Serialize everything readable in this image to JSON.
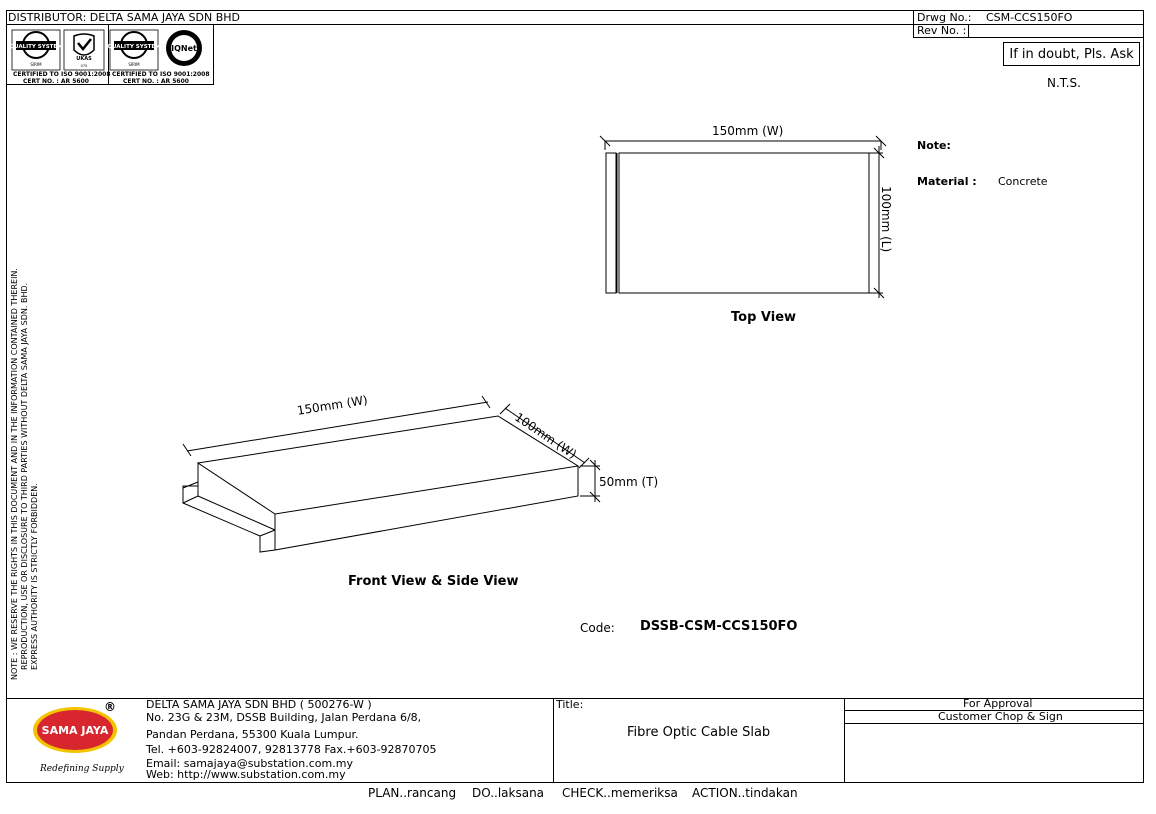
{
  "header": {
    "distributor": "DISTRIBUTOR: DELTA SAMA JAYA SDN BHD",
    "drwg_label": "Drwg No.:",
    "drwg_value": "CSM-CCS150FO",
    "rev_label": "Rev No. :",
    "rev_value": ""
  },
  "certifications": {
    "quality_system": "QUALITY SYSTEM",
    "sirim": "SIRIM",
    "ukas": "UKAS",
    "iqnet": "IQNet",
    "cert_line1": "CERTIFIED TO ISO 9001:2008",
    "cert_line2": "CERT NO. : AR 5600"
  },
  "doubt_notice": "If in doubt, Pls. Ask",
  "scale": "N.T.S.",
  "notes": {
    "note_label": "Note:",
    "material_label": "Material :",
    "material_value": "Concrete"
  },
  "top_view": {
    "width_dim": "150mm (W)",
    "length_dim": "100mm (L)",
    "caption": "Top View"
  },
  "front_view": {
    "width_dim": "150mm (W)",
    "depth_dim": "100mm (W)",
    "thickness_dim": "50mm (T)",
    "caption": "Front View & Side View"
  },
  "code": {
    "label": "Code:",
    "value": "DSSB-CSM-CCS150FO"
  },
  "side_note": [
    "NOTE : WE RESERVE THE RIGHTS IN THIS DOCUMENT AND IN THE INFORMATION CONTAINED THEREIN.",
    "REPRODUCTION, USE OR DISCLOSURE TO THIRD PARTIES WITHOUT DELTA SAMA JAYA SDN. BHD.",
    "EXPRESS AUTHORITY IS STRICTLY FORBIDDEN."
  ],
  "company": {
    "logo_text": "SAMA JAYA",
    "registered": "®",
    "tagline": "Redefining Supply",
    "name": "DELTA SAMA JAYA SDN BHD ( 500276-W )",
    "address1": "No. 23G & 23M, DSSB Building, Jalan Perdana 6/8,",
    "address2": "Pandan Perdana, 55300 Kuala Lumpur.",
    "phone": "Tel. +603-92824007, 92813778  Fax.+603-92870705",
    "email": "Email: samajaya@substation.com.my",
    "web": "Web: http://www.substation.com.my"
  },
  "title_block": {
    "title_label": "Title:",
    "title_value": "Fibre Optic Cable Slab",
    "approval": "For Approval",
    "chop": "Customer Chop & Sign"
  },
  "footer": {
    "plan": "PLAN..rancang",
    "do": "DO..laksana",
    "check": "CHECK..memeriksa",
    "action": "ACTION..tindakan"
  },
  "colors": {
    "logo_red": "#d8262e",
    "logo_yellow": "#f5c400",
    "line": "#000000"
  }
}
